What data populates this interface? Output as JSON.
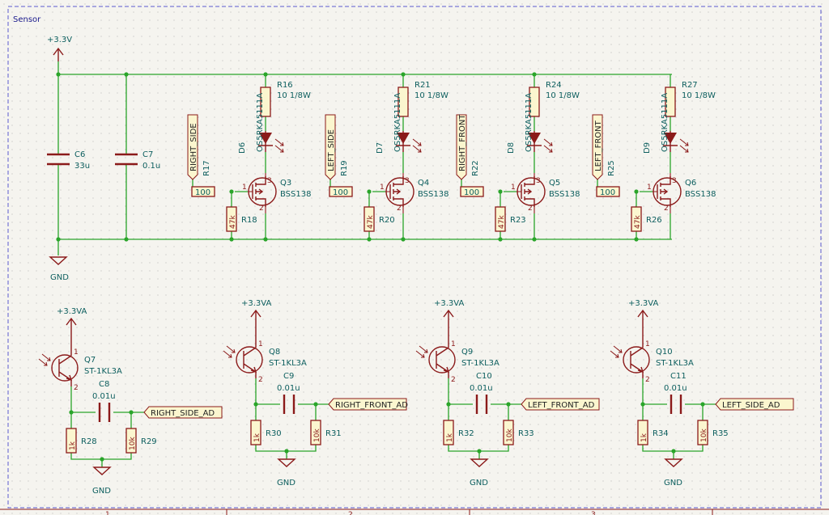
{
  "sheet": {
    "title": "Sensor"
  },
  "power": {
    "rail_top": "+3.3V",
    "rail_bottom": "+3.3VA",
    "ground": "GND"
  },
  "top_caps": [
    {
      "ref": "C6",
      "value": "33u"
    },
    {
      "ref": "C7",
      "value": "0.1u"
    }
  ],
  "led_channels": [
    {
      "label": "RIGHT_SIDE",
      "led_resistor": "R16",
      "led_resistor_value": "10 1/8W",
      "diode": "D6",
      "diode_part": "OS5RKA5111A",
      "gate_resistor": "R17",
      "gate_resistor_value": "100",
      "pulldown": "R18",
      "pulldown_value": "47k",
      "mosfet": "Q3",
      "mosfet_part": "BSS138"
    },
    {
      "label": "LEFT_SIDE",
      "led_resistor": "R21",
      "led_resistor_value": "10 1/8W",
      "diode": "D7",
      "diode_part": "OS5RKA5111A",
      "gate_resistor": "R19",
      "gate_resistor_value": "100",
      "pulldown": "R20",
      "pulldown_value": "47k",
      "mosfet": "Q4",
      "mosfet_part": "BSS138"
    },
    {
      "label": "RIGHT_FRONT",
      "led_resistor": "R24",
      "led_resistor_value": "10 1/8W",
      "diode": "D8",
      "diode_part": "OS5RKA5111A",
      "gate_resistor": "R22",
      "gate_resistor_value": "100",
      "pulldown": "R23",
      "pulldown_value": "47k",
      "mosfet": "Q5",
      "mosfet_part": "BSS138"
    },
    {
      "label": "LEFT_FRONT",
      "led_resistor": "R27",
      "led_resistor_value": "10 1/8W",
      "diode": "D9",
      "diode_part": "OS5RKA5111A",
      "gate_resistor": "R25",
      "gate_resistor_value": "100",
      "pulldown": "R26",
      "pulldown_value": "47k",
      "mosfet": "Q6",
      "mosfet_part": "BSS138"
    }
  ],
  "sensor_channels": [
    {
      "transistor": "Q7",
      "part": "ST-1KL3A",
      "cap": "C8",
      "cap_value": "0.01u",
      "output": "RIGHT_SIDE_AD",
      "r_left": "R28",
      "r_left_value": "1k",
      "r_right": "R29",
      "r_right_value": "10k"
    },
    {
      "transistor": "Q8",
      "part": "ST-1KL3A",
      "cap": "C9",
      "cap_value": "0.01u",
      "output": "RIGHT_FRONT_AD",
      "r_left": "R30",
      "r_left_value": "1k",
      "r_right": "R31",
      "r_right_value": "10k"
    },
    {
      "transistor": "Q9",
      "part": "ST-1KL3A",
      "cap": "C10",
      "cap_value": "0.01u",
      "output": "LEFT_FRONT_AD",
      "r_left": "R32",
      "r_left_value": "1k",
      "r_right": "R33",
      "r_right_value": "10k"
    },
    {
      "transistor": "Q10",
      "part": "ST-1KL3A",
      "cap": "C11",
      "cap_value": "0.01u",
      "output": "LEFT_SIDE_AD",
      "r_left": "R34",
      "r_left_value": "1k",
      "r_right": "R35",
      "r_right_value": "10k"
    }
  ],
  "pins": {
    "gate": "1",
    "drain": "3",
    "source": "2",
    "collector": "1",
    "emitter": "2"
  },
  "frame_ticks": [
    "1",
    "2",
    "3"
  ],
  "colors": {
    "wire": "#2aa52a",
    "part": "#8b1a1a",
    "text": "#0c5e5e",
    "background": "#f5f4ef"
  }
}
